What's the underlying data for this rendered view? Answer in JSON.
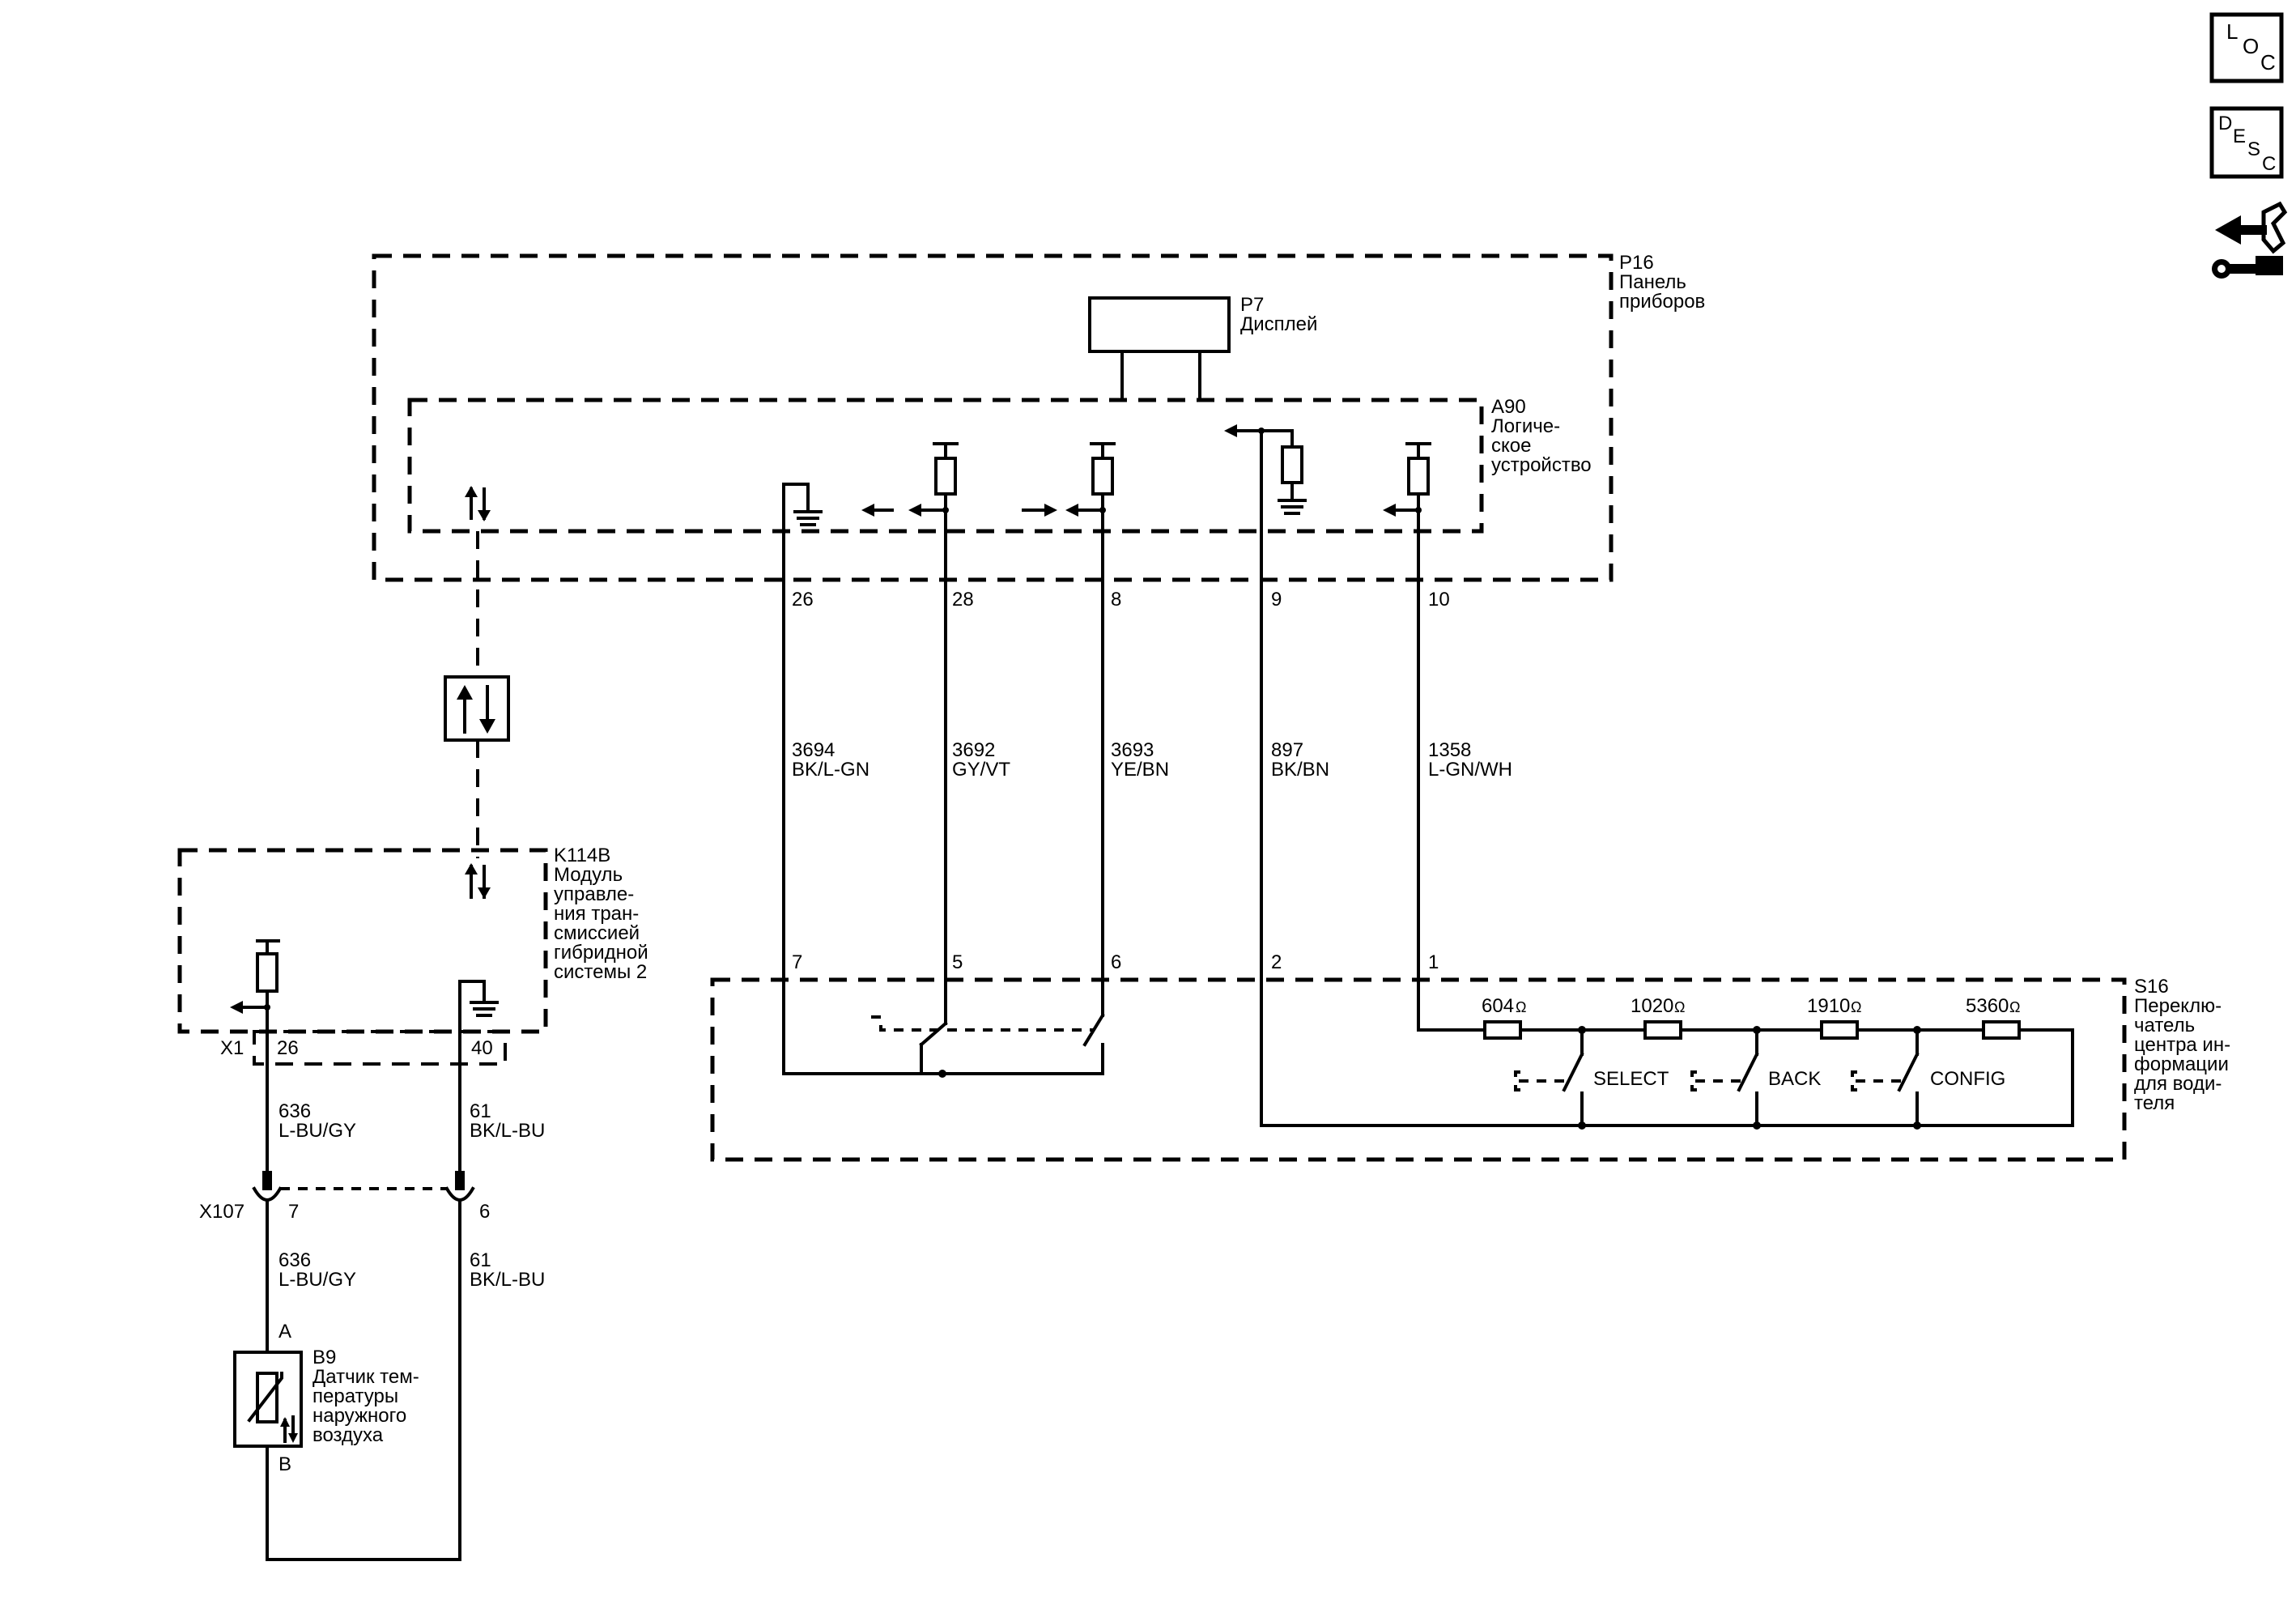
{
  "nav_icons": [
    {
      "icon": "loc-icon",
      "letters": [
        "L",
        "O",
        "C"
      ]
    },
    {
      "icon": "desc-icon",
      "letters": [
        "D",
        "E",
        "S",
        "C"
      ]
    },
    {
      "icon": "connector-repair-icon"
    }
  ],
  "components": {
    "p16": {
      "id": "P16",
      "lines": [
        "Панель",
        "приборов"
      ]
    },
    "p7": {
      "id": "P7",
      "lines": [
        "Дисплей"
      ]
    },
    "a90": {
      "id": "A90",
      "lines": [
        "Логиче-",
        "ское",
        "устройство"
      ]
    },
    "k114b": {
      "id": "K114B",
      "lines": [
        "Модуль",
        "управле-",
        "ния тран-",
        "смиссией",
        "гибридной",
        "системы 2"
      ]
    },
    "s16": {
      "id": "S16",
      "lines": [
        "Переклю-",
        "чатель",
        "центра ин-",
        "формации",
        "для води-",
        "теля"
      ]
    },
    "b9": {
      "id": "B9",
      "lines": [
        "Датчик тем-",
        "пературы",
        "наружного",
        "воздуха"
      ]
    }
  },
  "a90_pins": [
    "26",
    "28",
    "8",
    "9",
    "10"
  ],
  "s16_pins": [
    "7",
    "5",
    "6",
    "2",
    "1"
  ],
  "wires": [
    {
      "circuit": "3694",
      "color": "BK/L-GN"
    },
    {
      "circuit": "3692",
      "color": "GY/VT"
    },
    {
      "circuit": "3693",
      "color": "YE/BN"
    },
    {
      "circuit": "897",
      "color": "BK/BN"
    },
    {
      "circuit": "1358",
      "color": "L-GN/WH"
    }
  ],
  "resistors": [
    {
      "value": "604",
      "unit": "Ω"
    },
    {
      "value": "1020",
      "unit": "Ω"
    },
    {
      "value": "1910",
      "unit": "Ω"
    },
    {
      "value": "5360",
      "unit": "Ω"
    }
  ],
  "switches": [
    "SELECT",
    "BACK",
    "CONFIG"
  ],
  "k114b_connector": {
    "name": "X1",
    "pins": [
      "26",
      "40"
    ]
  },
  "k114b_wires": [
    {
      "circuit": "636",
      "color": "L-BU/GY"
    },
    {
      "circuit": "61",
      "color": "BK/L-BU"
    }
  ],
  "x107": {
    "name": "X107",
    "pins": [
      "7",
      "6"
    ]
  },
  "lower_wires": [
    {
      "circuit": "636",
      "color": "L-BU/GY"
    },
    {
      "circuit": "61",
      "color": "BK/L-BU"
    }
  ],
  "b9_pins": [
    "A",
    "B"
  ]
}
